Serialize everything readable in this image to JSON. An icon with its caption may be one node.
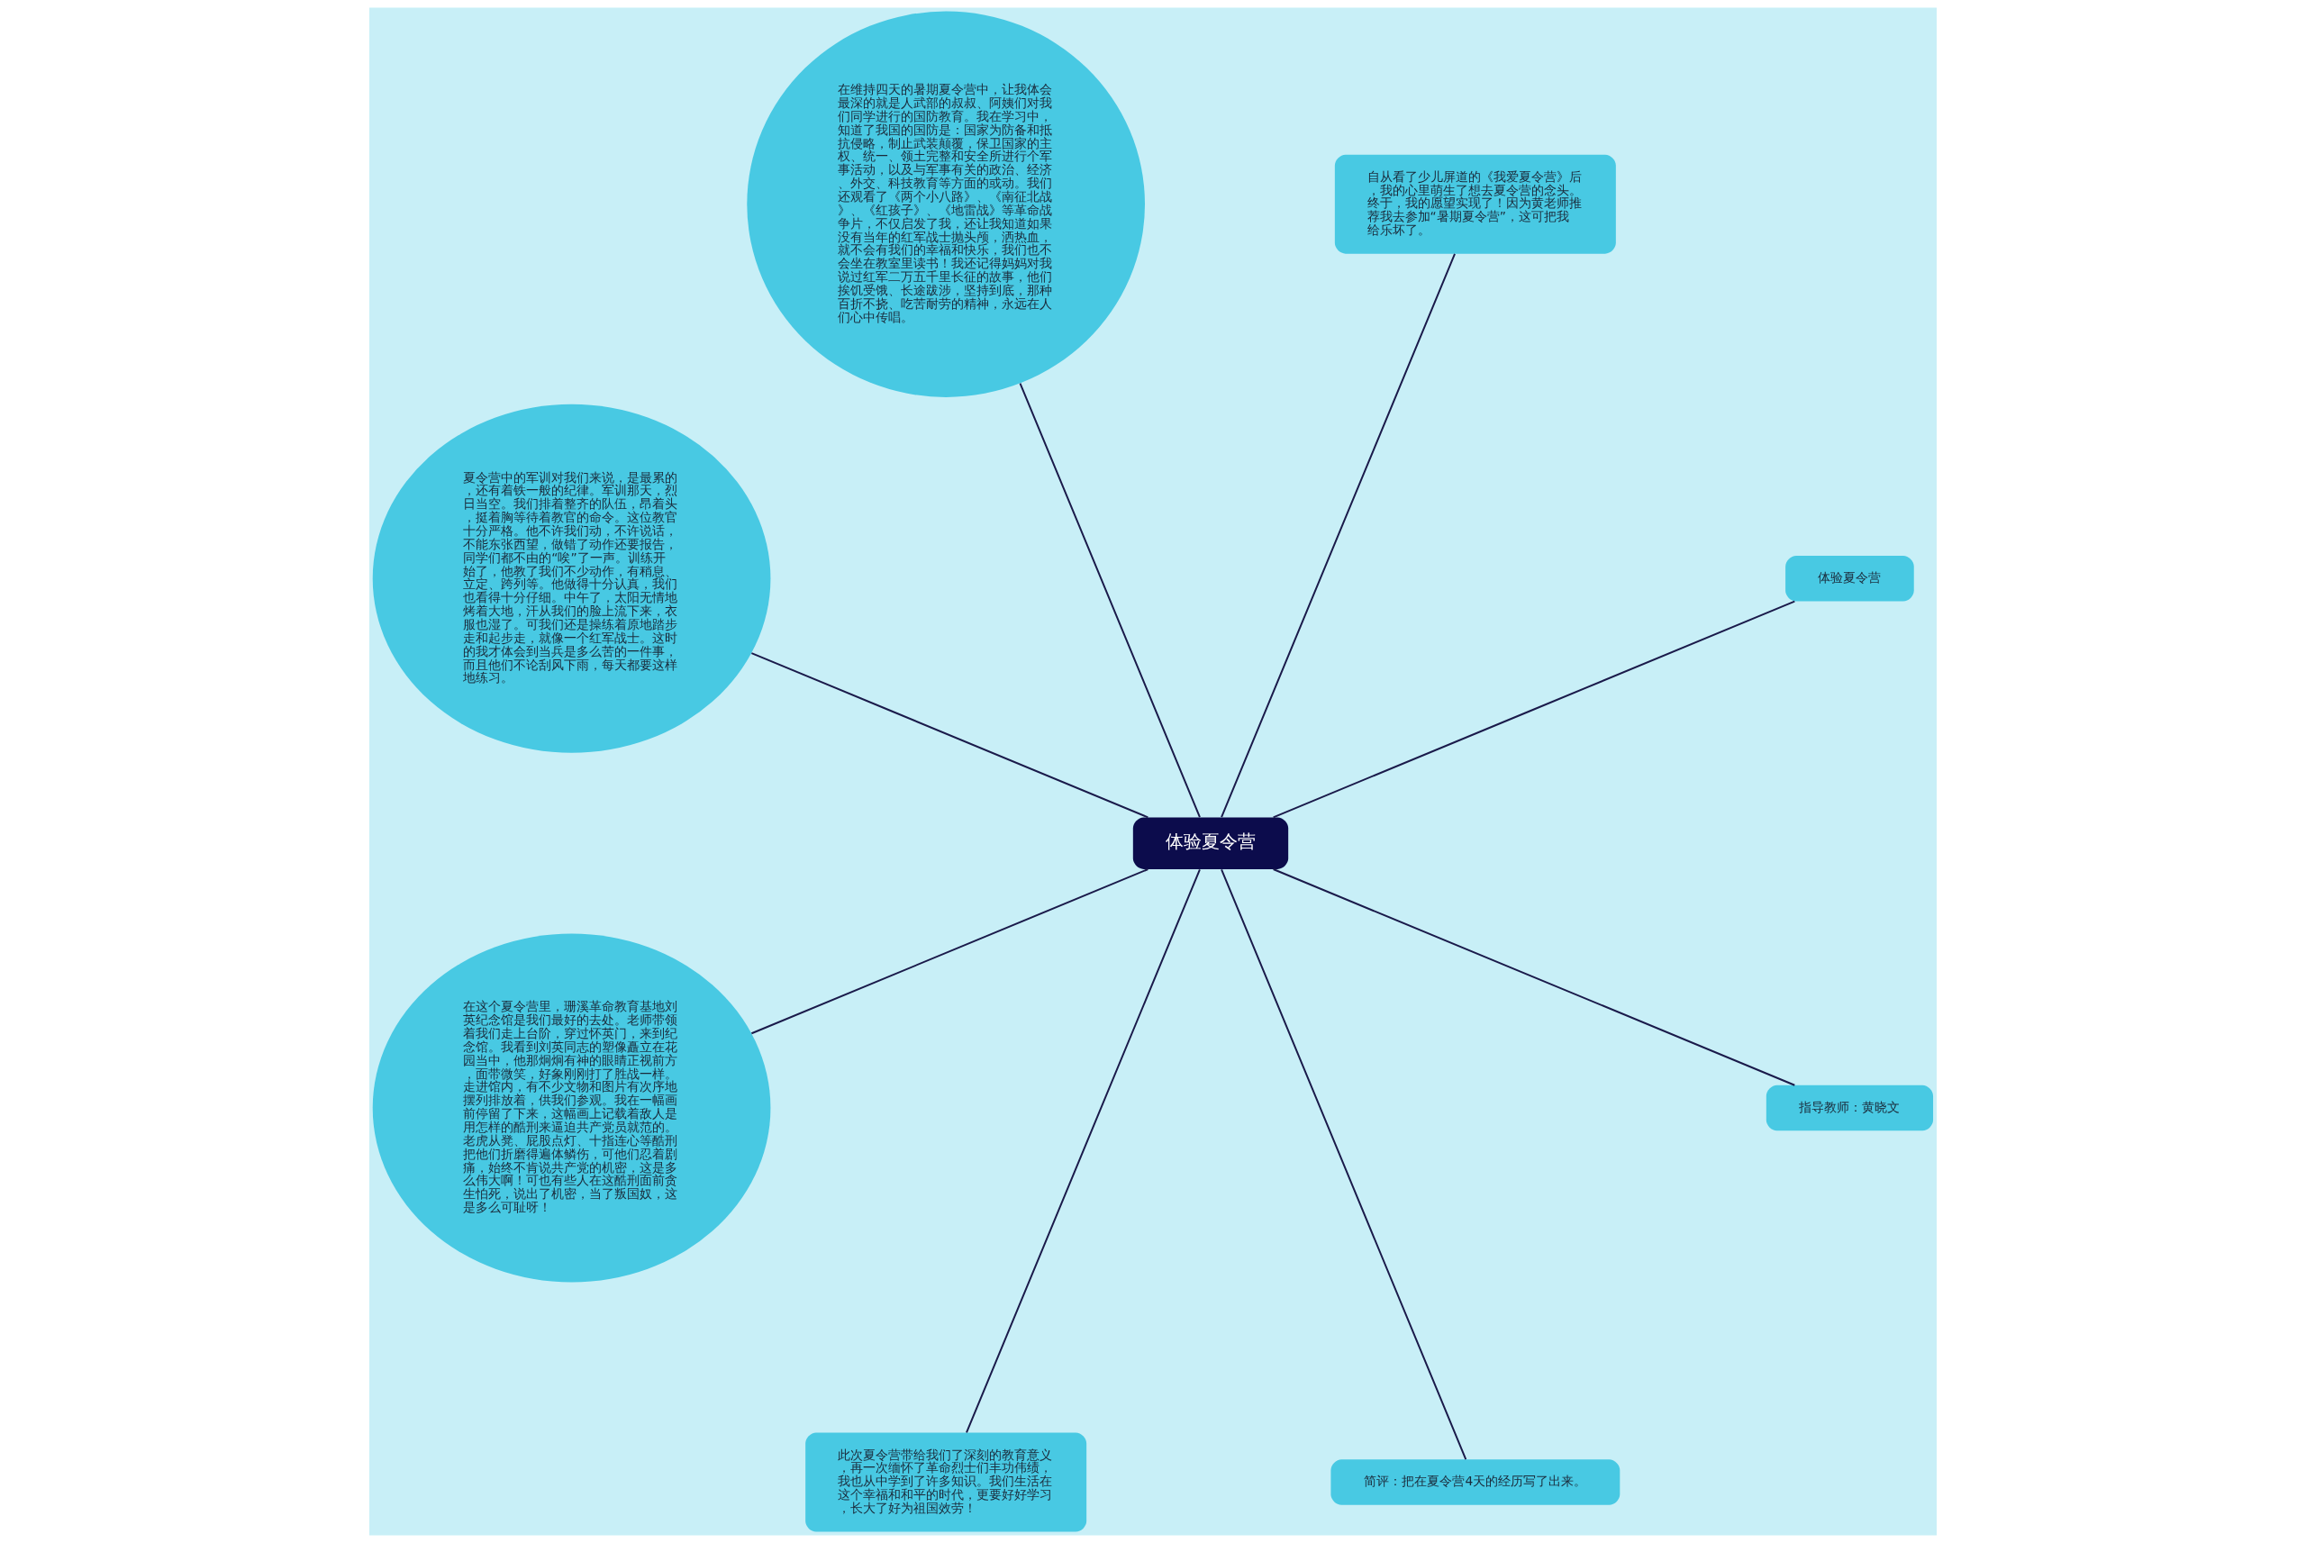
{
  "diagram": {
    "nodes": [
      {
        "text": [
          "体验夏令营"
        ]
      },
      {
        "text": [
          "体验夏令营"
        ]
      },
      {
        "text": [
          "自从看了少儿屏道的《我爱夏令营》后，我的心里萌生了想去夏令营的念头。终于，我的愿望实现了！因为黄老师推荐我去参加“暑期夏令营”，这可把我给乐坏了。"
        ]
      },
      {
        "text": [
          "在维持四天的暑期夏令营中，让我体会最深的就是人武部的叔叔、阿姨们对我们同学进行的国防教育。我在学习中，知道了我国的国防是：国家为防备和抵抗侵略，制止武装颠覆，保卫国家的主权、统一、领土完整和安全所进行个军事活动，以及与军事有关的政治、经济、外交、科技教育等方面的或动。我们还观看了《两个小八路》、《南征北战》、《红孩子》、《地雷战》等革命战争片，不仅启发了我，还让我知道如果没有当年的红军战士抛头颅，洒热血，就不会有我们的幸福和快乐，我们也不会坐在教室里读书！我还记得妈妈对我说过红军二万五千里长征的故事，他们挨饥受饿、长途跋涉，坚持到底，那种百折不挠、吃苦耐劳的精神，永远在人们心中传唱。"
        ]
      },
      {
        "text": [
          "夏令营中的军训对我们来说，是最累的，还有着铁一般的纪律。军训那天，烈日当空。我们排着整齐的队伍，昂着头，挺着胸等待着教官的命令。这位教官十分严格。他不许我们动，不许说话，不能东张西望，做错了动作还要报告，同学们都不由的“唉”了一声。训练开始了，他教了我们不少动作，有稍息、立定、跨列等。他做得十分认真，我们也看得十分仔细。中午了，太阳无情地烤着大地，汗从我们的脸上流下来，衣服也湿了。可我们还是操练着原地踏步走和起步走，就像一个红军战士。这时的我才体会到当兵是多么苦的一件事，而且他们不论刮风下雨，每天都要这样地练习。"
        ]
      },
      {
        "text": [
          "在这个夏令营里，珊溪革命教育基地刘英纪念馆是我们最好的去处。老师带领着我们走上台阶，穿过怀英门，来到纪念馆。我看到刘英同志的塑像矗立在花园当中，他那炯炯有神的眼睛正视前方，面带微笑，好象刚刚打了胜战一样。走进馆内，有不少文物和图片有次序地摆列排放着，供我们参观。我在一幅画前停留了下来，这幅画上记载着敌人是用怎样的酷刑来逼迫共产党员就范的。老虎从凳、屁股点灯、十指连心等酷刑把他们折磨得遍体鳞伤，可他们忍着剧痛，始终不肯说共产党的机密，这是多么伟大啊！可也有些人在这酷刑面前贪生怕死，说出了机密，当了叛国奴，这是多么可耻呀！"
        ]
      },
      {
        "text": [
          "此次夏令营带给我们了深刻的教育意义，再一次缅怀了革命烈士们丰功伟绩，我也从中学到了许多知识。我们生活在这个幸福和和平的时代，更要好好学习，长大了好为祖国效劳！"
        ]
      },
      {
        "text": [
          "简评：把在夏令营4天的经历写了出来。"
        ]
      },
      {
        "text": [
          "指导教师：黄晓文"
        ]
      }
    ],
    "edges": [
      {
        "from": 0,
        "to": 1,
        "arrow": "none"
      },
      {
        "from": 0,
        "to": 2,
        "arrow": "none"
      },
      {
        "from": 0,
        "to": 3,
        "arrow": "none"
      },
      {
        "from": 0,
        "to": 4,
        "arrow": "none"
      },
      {
        "from": 0,
        "to": 5,
        "arrow": "none"
      },
      {
        "from": 0,
        "to": 6,
        "arrow": "none"
      },
      {
        "from": 0,
        "to": 7,
        "arrow": "none"
      },
      {
        "from": 0,
        "to": 8,
        "arrow": "none"
      }
    ]
  }
}
